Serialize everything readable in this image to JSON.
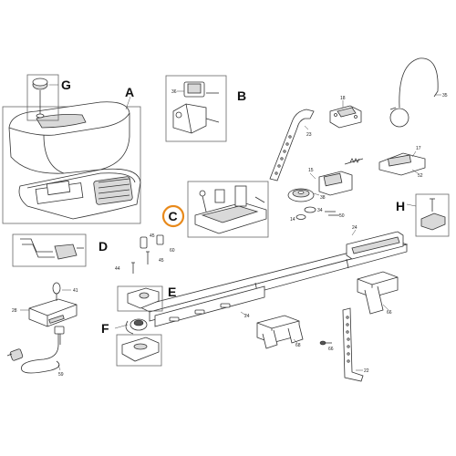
{
  "group_labels": {
    "A": "A",
    "B": "B",
    "C": "C",
    "D": "D",
    "E": "E",
    "F": "F",
    "G": "G",
    "H": "H"
  },
  "part_numbers": {
    "n36": "36",
    "n18": "18",
    "n23": "23",
    "n35": "35",
    "n17": "17",
    "n52": "52",
    "n15": "15",
    "n38": "38",
    "n34": "34",
    "n14": "14",
    "n50": "50",
    "n24a": "24",
    "n24b": "24",
    "n45a": "45",
    "n60": "60",
    "n44": "44",
    "n45b": "45",
    "n41": "41",
    "n28": "28",
    "n59": "59",
    "n66a": "66",
    "n66b": "66",
    "n68": "68",
    "n22": "22"
  },
  "colors": {
    "highlight_ring": "#e8891a",
    "line": "#333333",
    "label": "#111111"
  },
  "highlighted_group": "C"
}
